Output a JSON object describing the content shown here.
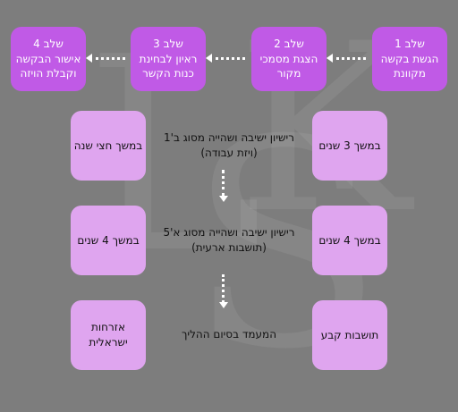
{
  "steps": [
    {
      "label": "שלב 1",
      "line1": "הגשת בקשה",
      "line2": "מקוונת"
    },
    {
      "label": "שלב 2",
      "line1": "הצגת מסמכי",
      "line2": "מקור"
    },
    {
      "label": "שלב 3",
      "line1": "ראיון לבחינת",
      "line2": "כנות הקשר"
    },
    {
      "label": "שלב 4",
      "line1": "אישור הבקשה",
      "line2": "וקבלת הויזה"
    }
  ],
  "stages": [
    {
      "right": "במשך 3 שנים",
      "middle1": "רישיון ישיבה ושהייה מסוג ב'1",
      "middle2": "(ויזת עבודה)",
      "left": "במשך חצי שנה"
    },
    {
      "right": "במשך 4 שנים",
      "middle1": "רישיון ישיבה ושהייה מסוג א'5",
      "middle2": "(תושבות ארעית)",
      "left": "במשך 4 שנים"
    },
    {
      "right": "תושבות קבע",
      "middle1": "המעמד בסיום ההליך",
      "left": "אזרחות ישראלית"
    }
  ],
  "colors": {
    "background": "#7d7d7d",
    "step_box": "#c05ae6",
    "period_box": "#dfa5ef",
    "arrow": "#ffffff"
  }
}
